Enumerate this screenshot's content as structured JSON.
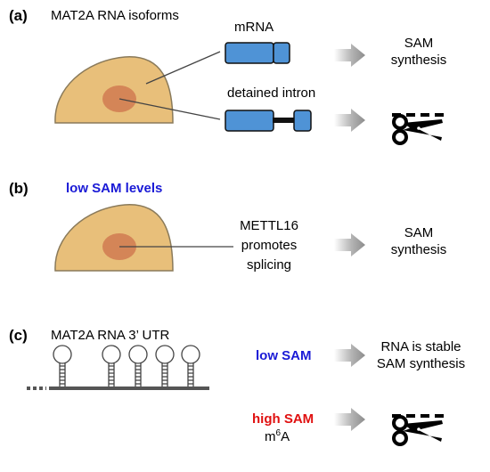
{
  "panel_a": {
    "label": "(a)",
    "title": "MAT2A RNA isoforms",
    "mrna_label": "mRNA",
    "intron_label": "detained intron",
    "outcome_line1": "SAM",
    "outcome_line2": "synthesis",
    "outcome2_icon": "scissors-icon"
  },
  "panel_b": {
    "label": "(b)",
    "condition": "low SAM levels",
    "mechanism_line1": "METTL16",
    "mechanism_line2": "promotes",
    "mechanism_line3": "splicing",
    "outcome_line1": "SAM",
    "outcome_line2": "synthesis"
  },
  "panel_c": {
    "label": "(c)",
    "title": "MAT2A RNA 3’ UTR",
    "low_condition": "low SAM",
    "low_outcome_line1": "RNA is stable",
    "low_outcome_line2": "SAM synthesis",
    "high_condition": "high SAM",
    "m6a_prefix": "m",
    "m6a_superscript": "6",
    "m6a_suffix": "A",
    "high_outcome_icon": "scissors-icon"
  },
  "colors": {
    "cell": "#e8bf7a",
    "cell_outline": "#8a7a5a",
    "nucleus": "#d48557",
    "exon": "#4f93d6",
    "arrow": "#9a9a9a",
    "blue_text": "#1a1ad6",
    "red_text": "#e01010"
  }
}
